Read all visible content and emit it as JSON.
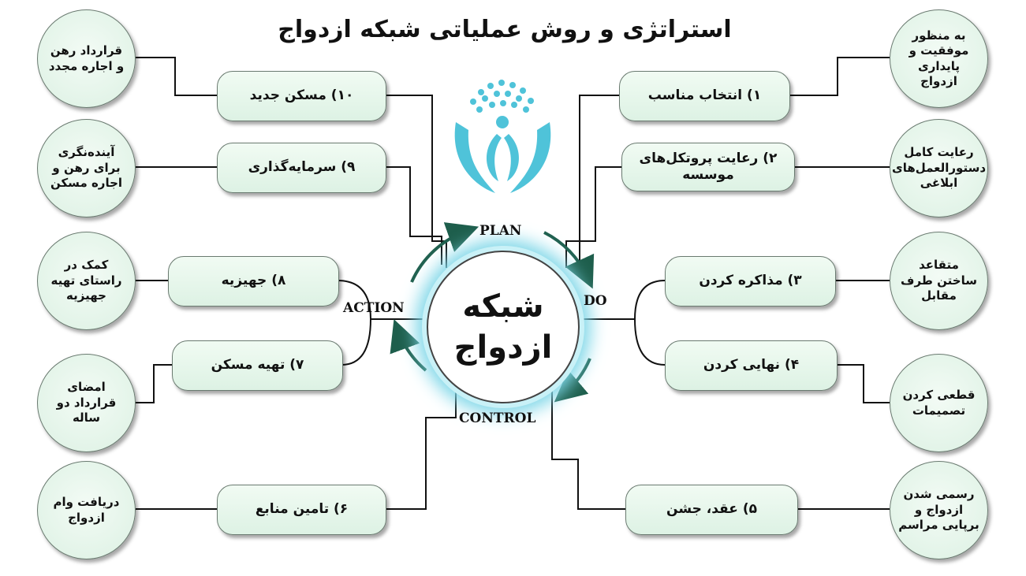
{
  "title": "استراتژی و روش عملیاتی شبکه ازدواج",
  "center": {
    "line1": "شبکه",
    "line2": "ازدواج"
  },
  "cycle": {
    "plan": "PLAN",
    "do": "DO",
    "control": "CONTROL",
    "action": "ACTION"
  },
  "right_steps": [
    {
      "label": "۱) انتخاب مناسب",
      "note": "به منظور موفقیت و پایداری ازدواج"
    },
    {
      "label": "۲) رعایت پروتکل‌های موسسه",
      "note": "رعایت کامل دستورالعمل‌های ابلاغی"
    },
    {
      "label": "۳) مذاکره کردن",
      "note": "متقاعد ساختن طرف مقابل"
    },
    {
      "label": "۴) نهایی کردن",
      "note": "قطعی کردن تصمیمات"
    },
    {
      "label": "۵) عقد، جشن",
      "note": "رسمی شدن ازدواج و برپایی مراسم"
    }
  ],
  "left_steps": [
    {
      "label": "۱۰) مسکن جدید",
      "note": "قرارداد رهن و اجاره مجدد"
    },
    {
      "label": "۹) سرمایه‌گذاری",
      "note": "آینده‌نگری برای رهن و اجاره مسکن"
    },
    {
      "label": "۸) جهیزیه",
      "note": "کمک در راستای تهیه جهیزیه"
    },
    {
      "label": "۷) تهیه مسکن",
      "note": "امضای قرارداد دو ساله"
    },
    {
      "label": "۶) تامین منابع",
      "note": "دریافت وام ازدواج"
    }
  ],
  "colors": {
    "box_fill": "#e6f6ea",
    "center_glow": "#7fd7e8",
    "arrow": "#1e5e4c",
    "logo": "#4fc3d9"
  },
  "logo_icon": "marriage-network-logo-icon"
}
